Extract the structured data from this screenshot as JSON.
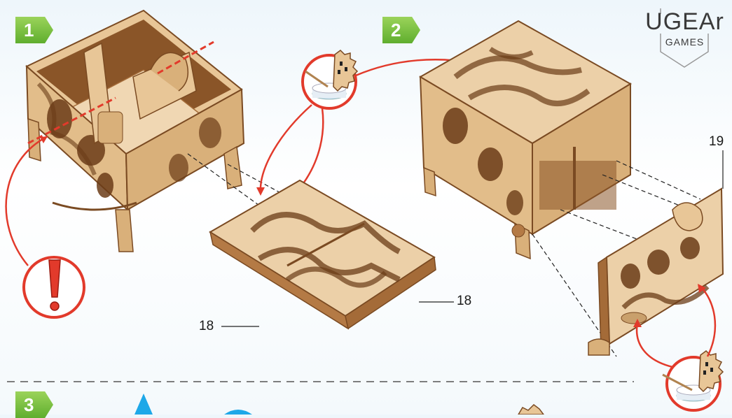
{
  "steps": {
    "one": "1",
    "two": "2",
    "three": "3"
  },
  "parts": {
    "left_a": "18",
    "left_b": "18",
    "right": "19"
  },
  "brand": {
    "logo": "UGEAr",
    "sub": "GAMES"
  },
  "colors": {
    "wood": "#e9c79a",
    "wood_dark": "#a9713f",
    "wood_edge": "#7a4a22",
    "accent_red": "#e23a2b",
    "step_green": "#6fbf3a",
    "blue": "#1ea8e8"
  },
  "icons": [
    "glue-pot-icon",
    "warning-exclamation-icon",
    "arrow-up-icon"
  ]
}
